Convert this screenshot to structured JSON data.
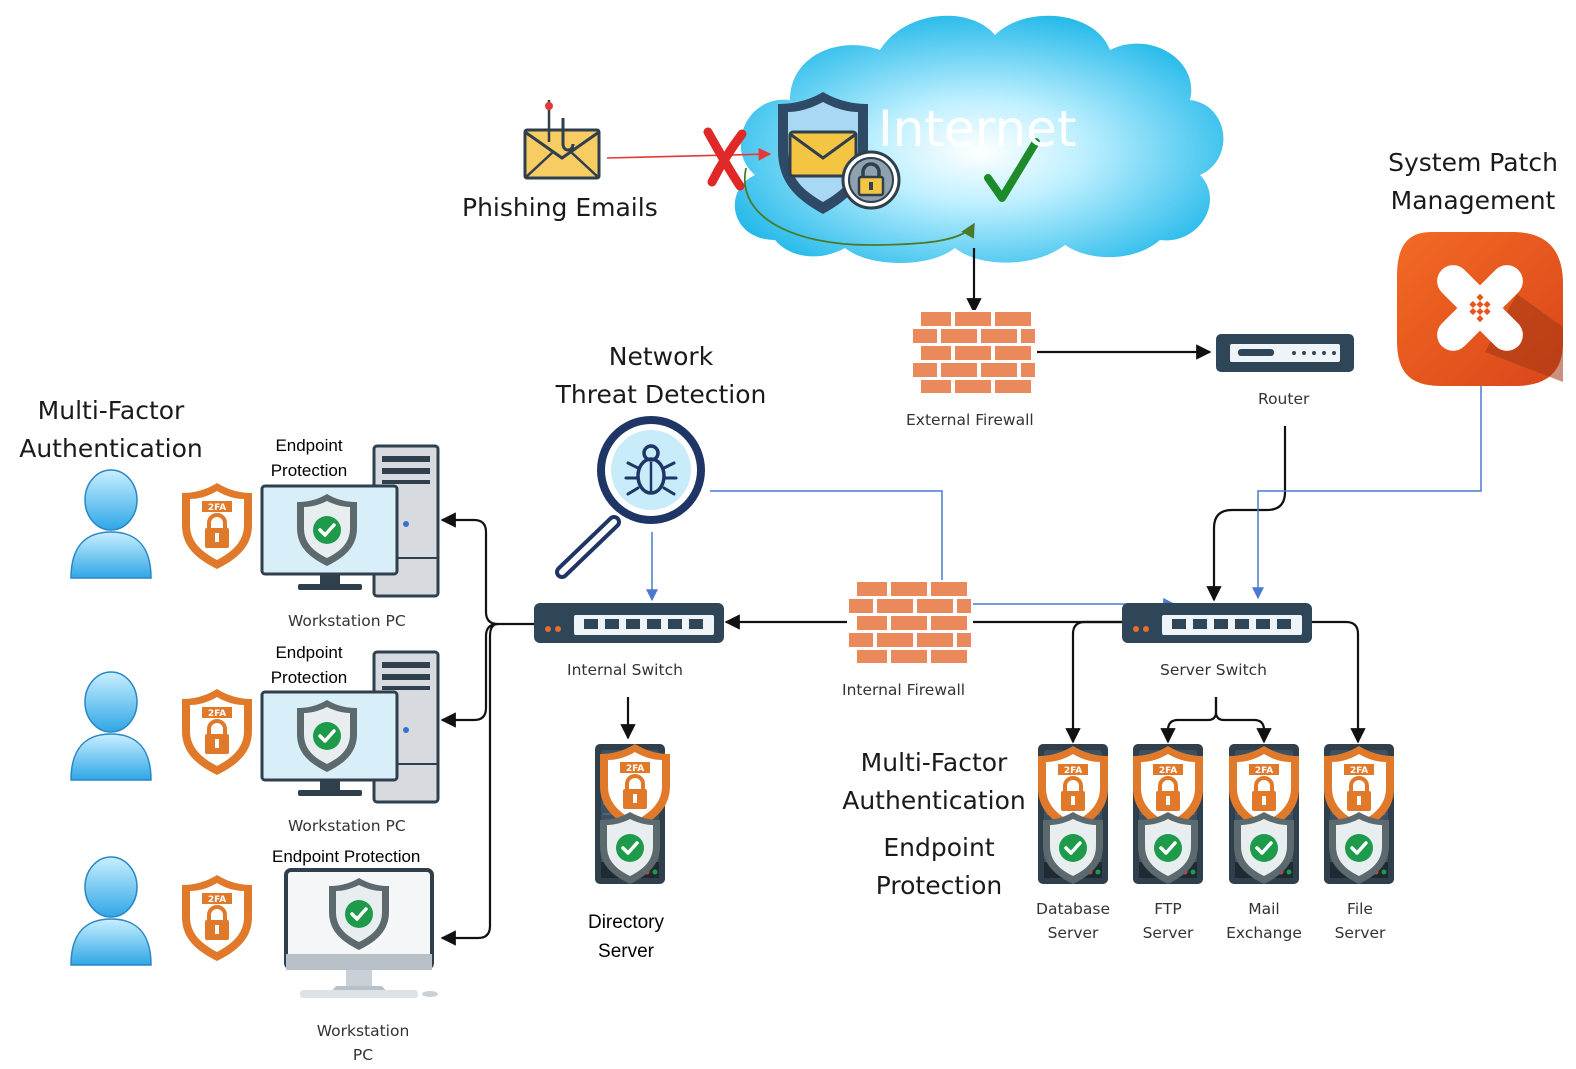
{
  "cloud": {
    "title": "Internet"
  },
  "threats": {
    "phishing": "Phishing Emails"
  },
  "patch": {
    "line1": "System Patch",
    "line2": "Management"
  },
  "ntd": {
    "line1": "Network",
    "line2": "Threat Detection"
  },
  "mfa_left": {
    "line1": "Multi-Factor",
    "line2": "Authentication"
  },
  "mfa_servers": {
    "line1": "Multi-Factor",
    "line2": "Authentication"
  },
  "ep_servers": {
    "line1": "Endpoint",
    "line2": "Protection"
  },
  "network": {
    "external_firewall": "External Firewall",
    "router": "Router",
    "internal_switch": "Internal Switch",
    "internal_firewall": "Internal Firewall",
    "server_switch": "Server Switch"
  },
  "workstations": [
    {
      "ep_line1": "Endpoint",
      "ep_line2": "Protection",
      "name": "Workstation PC"
    },
    {
      "ep_line1": "Endpoint",
      "ep_line2": "Protection",
      "name": "Workstation PC"
    },
    {
      "ep_single": "Endpoint Protection",
      "name_line1": "Workstation",
      "name_line2": "PC"
    }
  ],
  "directory": {
    "line1": "Directory",
    "line2": "Server"
  },
  "servers": [
    {
      "line1": "Database",
      "line2": "Server"
    },
    {
      "line1": "FTP",
      "line2": "Server"
    },
    {
      "line1": "Mail",
      "line2": "Exchange"
    },
    {
      "line1": "File",
      "line2": "Server"
    }
  ],
  "badge_text": "2FA",
  "icons": [
    "phishing-mail-icon",
    "secure-mail-shield-icon",
    "padlock-icon",
    "checkmark-icon",
    "x-mark-icon",
    "firewall-icon",
    "router-icon",
    "switch-icon",
    "bug-magnifier-icon",
    "patch-bandage-icon",
    "user-icon",
    "2fa-shield-icon",
    "workstation-icon",
    "server-icon"
  ],
  "colors": {
    "cloud": "#3cc8ee",
    "firewall": "#ea8a5c",
    "shield_orange": "#e07a2a",
    "link_blue": "#4a7ad0",
    "arrow_red": "#e53935",
    "arrow_green": "#4a7a2a",
    "patch_orange": "#e9541c"
  }
}
